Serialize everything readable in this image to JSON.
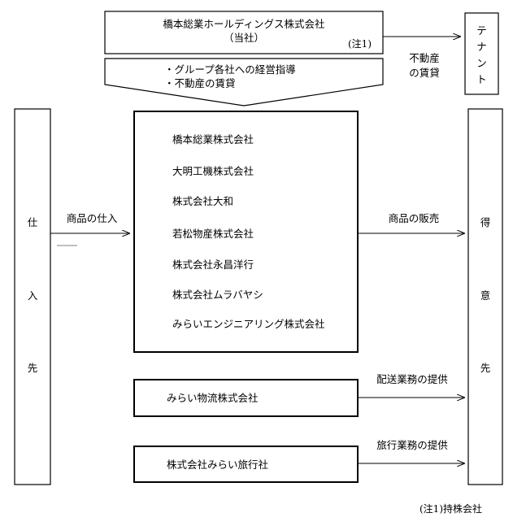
{
  "holding": {
    "name": "橋本総業ホールディングス株式会社",
    "self_label": "（当社）",
    "note_ref": "(注1)"
  },
  "guidance": {
    "line1": "・グループ各社への経営指導",
    "line2": "・不動産の賃貸"
  },
  "rental": {
    "line1": "不動産",
    "line2": "の賃貸"
  },
  "tenant": {
    "chars": [
      "テ",
      "ナ",
      "ン",
      "ト"
    ]
  },
  "supplier": {
    "chars": [
      "仕",
      "入",
      "先"
    ]
  },
  "customer": {
    "chars": [
      "得",
      "意",
      "先"
    ]
  },
  "purchase_label": "商品の仕入",
  "sales_label": "商品の販売",
  "companies": [
    "橋本総業株式会社",
    "大明工機株式会社",
    "株式会社大和",
    "若松物産株式会社",
    "株式会社永昌洋行",
    "株式会社ムラバヤシ",
    "みらいエンジニアリング株式会社"
  ],
  "logistics": {
    "company": "みらい物流株式会社",
    "service": "配送業務の提供"
  },
  "travel": {
    "company": "株式会社みらい旅行社",
    "service": "旅行業務の提供"
  },
  "footnote": "(注1)持株会社"
}
